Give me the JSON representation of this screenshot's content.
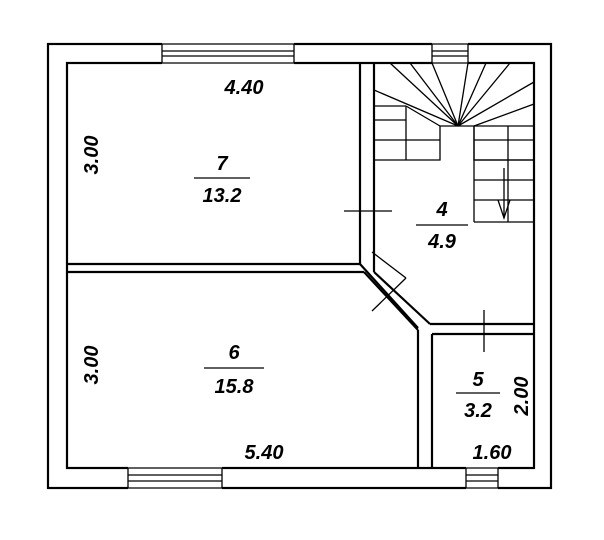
{
  "rooms": [
    {
      "id": "7",
      "area": "13.2",
      "dim_horizontal": "4.40",
      "dim_vertical": "3.00"
    },
    {
      "id": "6",
      "area": "15.8",
      "dim_horizontal": "5.40",
      "dim_vertical": "3.00"
    },
    {
      "id": "4",
      "area": "4.9"
    },
    {
      "id": "5",
      "area": "3.2",
      "dim_horizontal": "1.60",
      "dim_vertical": "2.00"
    }
  ]
}
